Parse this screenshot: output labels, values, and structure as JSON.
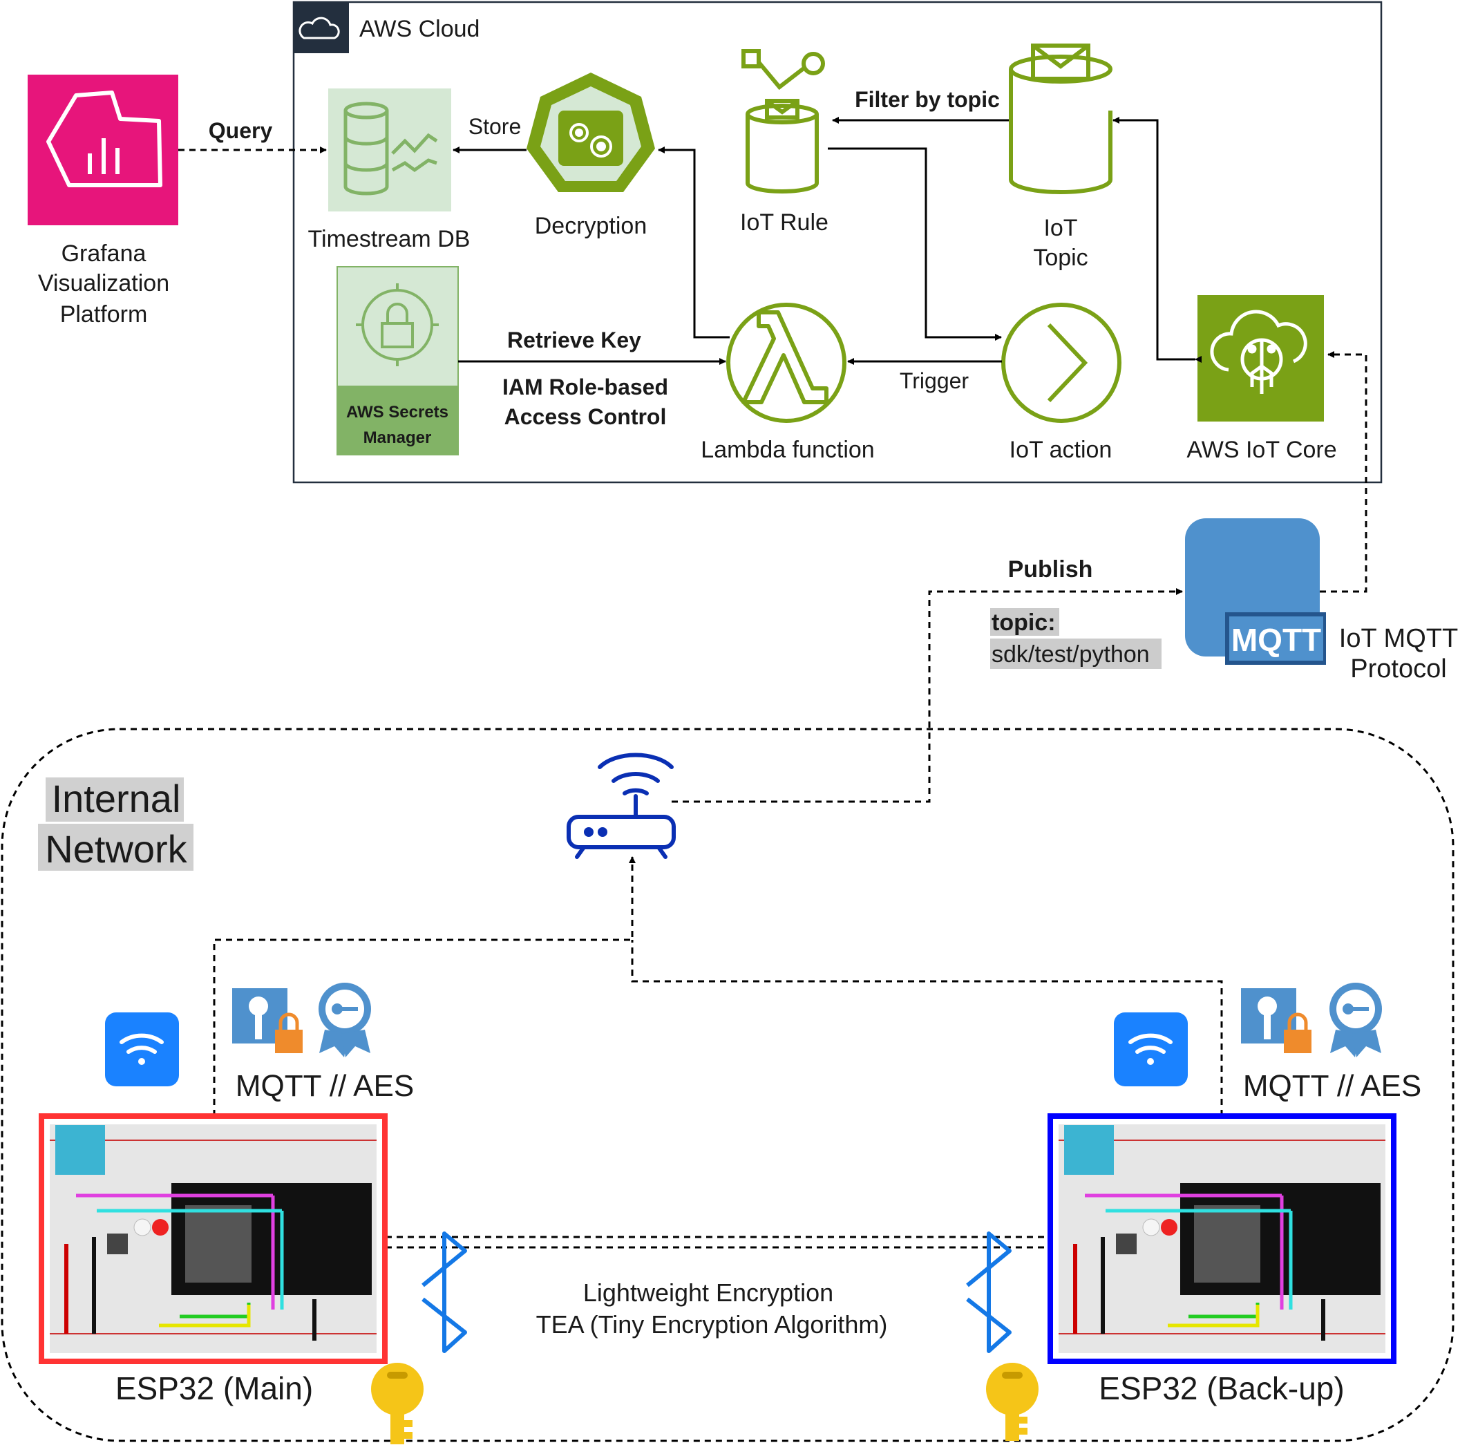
{
  "aws_cloud": {
    "title": "AWS Cloud"
  },
  "grafana": {
    "name_lines": [
      "Grafana",
      "Visualization",
      "Platform"
    ]
  },
  "timestream": {
    "name": "Timestream DB"
  },
  "decryption": {
    "name": "Decryption"
  },
  "iot_rule": {
    "name": "IoT Rule"
  },
  "iot_topic": {
    "name_lines": [
      "IoT",
      "Topic"
    ]
  },
  "secrets_manager": {
    "name_lines": [
      "AWS Secrets",
      "Manager"
    ]
  },
  "lambda": {
    "name": "Lambda function"
  },
  "iot_action": {
    "name": "IoT action"
  },
  "iot_core": {
    "name": "AWS IoT Core"
  },
  "edges": {
    "query": "Query",
    "store": "Store",
    "filter_by_topic": "Filter by topic",
    "retrieve_key": "Retrieve Key",
    "iam_lines": [
      "IAM Role-based",
      "Access Control"
    ],
    "trigger": "Trigger",
    "publish": "Publish",
    "topic_label": "topic:",
    "topic_value": "sdk/test/python"
  },
  "mqtt": {
    "badge": "MQTT",
    "name_lines": [
      "IoT MQTT",
      "Protocol"
    ]
  },
  "internal_network": {
    "title_lines": [
      "Internal",
      "Network"
    ]
  },
  "esp_main": {
    "name": "ESP32 (Main)",
    "protocol": "MQTT // AES",
    "border_color": "#ff3333"
  },
  "esp_backup": {
    "name": "ESP32 (Back-up)",
    "protocol": "MQTT // AES",
    "border_color": "#0000ff"
  },
  "bluetooth_link": {
    "lines": [
      "Lightweight Encryption",
      "TEA (Tiny Encryption Algorithm)"
    ]
  },
  "colors": {
    "aws_green": "#7aa116",
    "grafana_pink": "#e7157b",
    "secrets_green": "#82b366",
    "mqtt_blue": "#4f91cd",
    "router_blue": "#0a2fb3",
    "bluetooth_blue": "#1478e6",
    "wifi_tile": "#1a82ff",
    "key_gold": "#f5c518"
  }
}
